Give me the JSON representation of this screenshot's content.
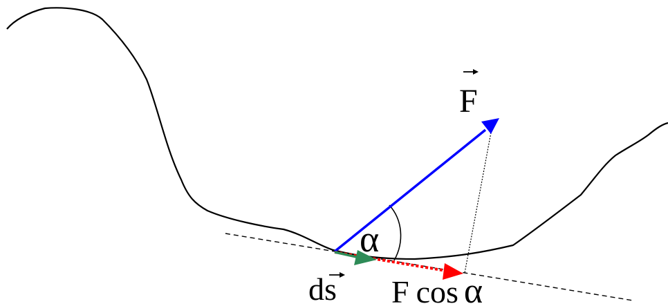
{
  "labels": {
    "force": "F",
    "displacement": "ds",
    "angle": "α",
    "projection_F": "F",
    "projection_cos": "cos",
    "projection_alpha": "α"
  },
  "colors": {
    "curve": "#000000",
    "tangent_line": "#000000",
    "force_vector": "#0000ff",
    "displacement_vector": "#2e8b57",
    "projection_vector": "#ff0000",
    "perpendicular_line": "#000000"
  }
}
